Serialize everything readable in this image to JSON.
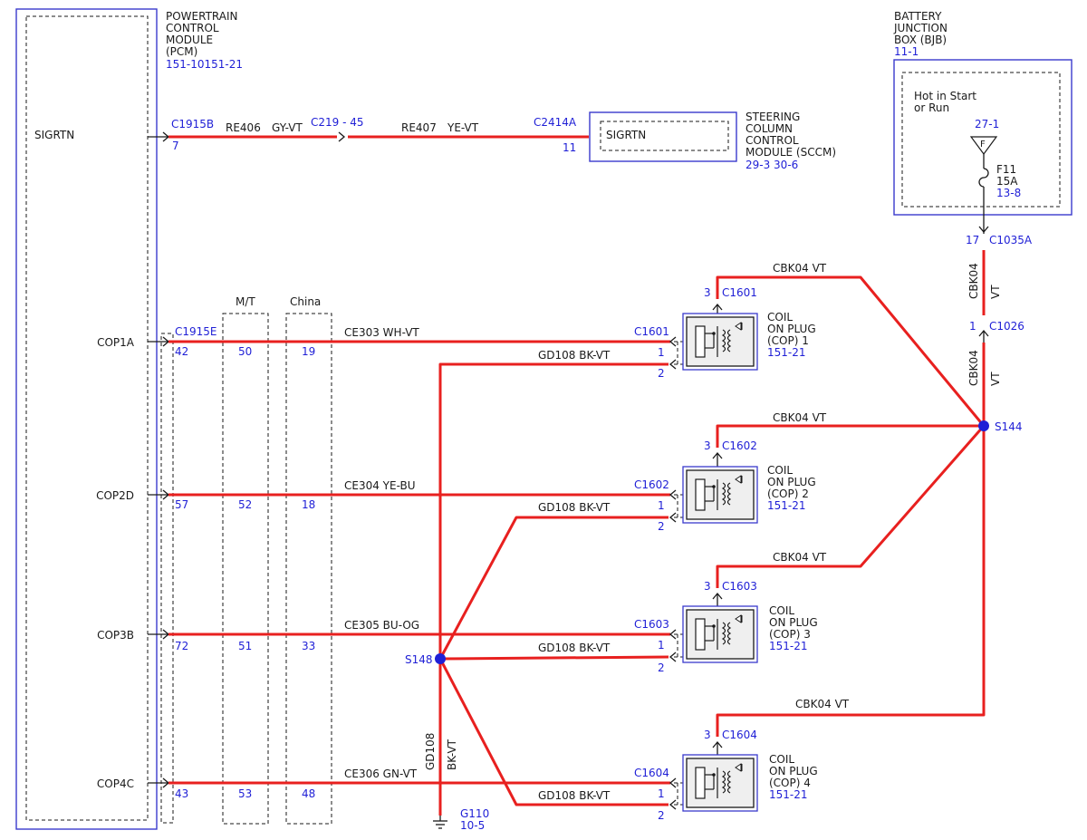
{
  "colors": {
    "wire": "#e8201f",
    "ref": "#1f1fd6",
    "text": "#1a1a1a",
    "border": "#3a3acc",
    "fill": "#efefef"
  },
  "pcm": {
    "name_lines": [
      "POWERTRAIN",
      "CONTROL",
      "MODULE",
      "(PCM)"
    ],
    "ref": "151-10151-21",
    "sigrtn": "SIGRTN",
    "pins": [
      "COP1A",
      "COP2D",
      "COP3B",
      "COP4C"
    ]
  },
  "connectors": {
    "c1915b": "C1915B",
    "c1915b_pin": "7",
    "c219": "C219 - 45",
    "c2414a": "C2414A",
    "c2414a_pin": "11",
    "c1915e": "C1915E",
    "c1035a": "C1035A",
    "c1035a_pin": "17",
    "c1026": "C1026",
    "c1026_pin": "1"
  },
  "wires": {
    "re406": "RE406",
    "re406_color": "GY-VT",
    "re407": "RE407",
    "re407_color": "YE-VT",
    "cbk04": "CBK04",
    "vt": "VT",
    "gd108": "GD108",
    "bkvt": "BK-VT",
    "cbk04_vt": "CBK04  VT",
    "gd108_bkvt": "GD108   BK-VT"
  },
  "sccm": {
    "pin_label": "SIGRTN",
    "name_lines": [
      "STEERING",
      "COLUMN",
      "CONTROL",
      "MODULE (SCCM)"
    ],
    "refs": "29-3   30-6"
  },
  "bjb": {
    "name_lines": [
      "BATTERY",
      "JUNCTION",
      "BOX (BJB)"
    ],
    "ref": "11-1",
    "hot_lines": [
      "Hot in Start",
      "or Run"
    ],
    "fuse_ref": "27-1",
    "fuse_sym": "F",
    "fuse": "F11",
    "amp": "15A",
    "fuse_ref2": "13-8"
  },
  "columns": {
    "mt": "M/T",
    "china": "China"
  },
  "cop_rows": [
    {
      "pcm_pin": "42",
      "mt": "50",
      "china": "19",
      "wire": "CE303  WH-VT",
      "conn": "C1601",
      "pin1": "1",
      "pin2": "2",
      "pin3": "3",
      "conn3": "C1601",
      "name_lines": [
        "COIL",
        "ON PLUG",
        "(COP) 1"
      ],
      "ref": "151-21"
    },
    {
      "pcm_pin": "57",
      "mt": "52",
      "china": "18",
      "wire": "CE304  YE-BU",
      "conn": "C1602",
      "pin1": "1",
      "pin2": "2",
      "pin3": "3",
      "conn3": "C1602",
      "name_lines": [
        "COIL",
        "ON PLUG",
        "(COP) 2"
      ],
      "ref": "151-21"
    },
    {
      "pcm_pin": "72",
      "mt": "51",
      "china": "33",
      "wire": "CE305  BU-OG",
      "conn": "C1603",
      "pin1": "1",
      "pin2": "2",
      "pin3": "3",
      "conn3": "C1603",
      "name_lines": [
        "COIL",
        "ON PLUG",
        "(COP) 3"
      ],
      "ref": "151-21"
    },
    {
      "pcm_pin": "43",
      "mt": "53",
      "china": "48",
      "wire": "CE306  GN-VT",
      "conn": "C1604",
      "pin1": "1",
      "pin2": "2",
      "pin3": "3",
      "conn3": "C1604",
      "name_lines": [
        "COIL",
        "ON PLUG",
        "(COP) 4"
      ],
      "ref": "151-21"
    }
  ],
  "splices": {
    "s144": "S144",
    "s148": "S148"
  },
  "ground": {
    "name": "G110",
    "ref": "10-5"
  }
}
